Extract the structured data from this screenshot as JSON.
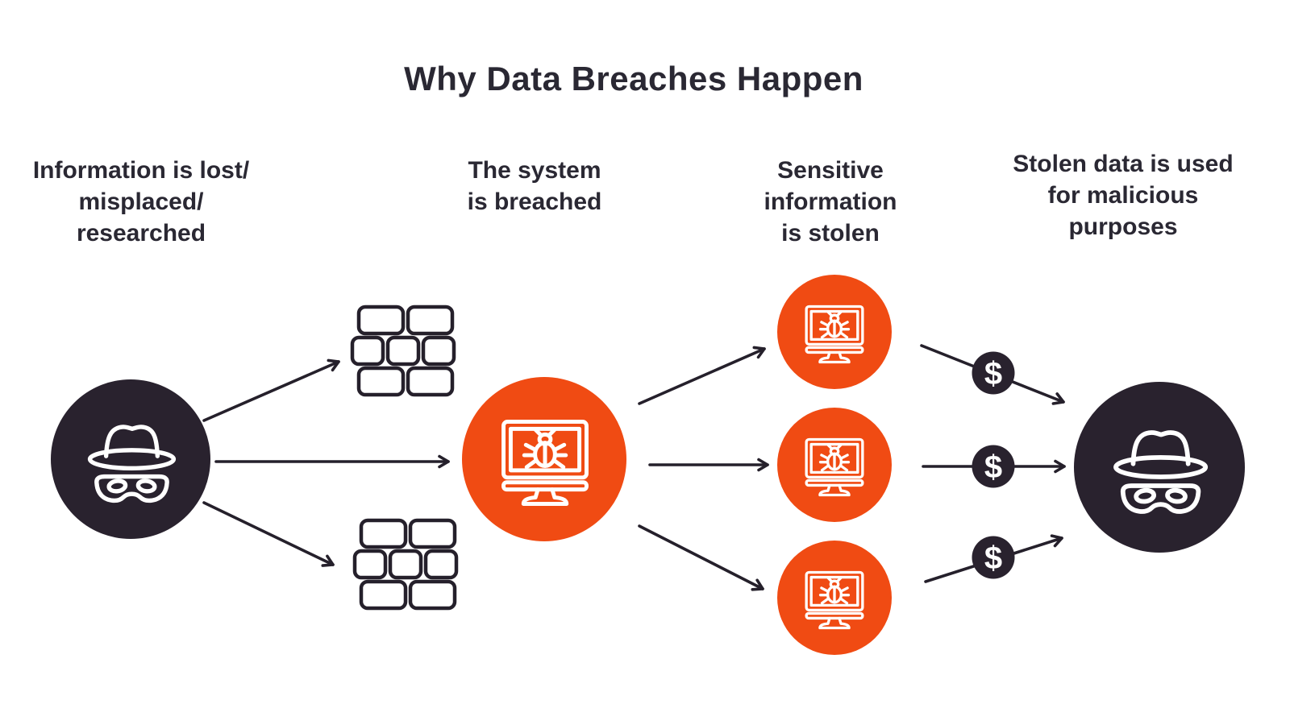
{
  "title": "Why Data Breaches Happen",
  "steps": [
    {
      "id": "lost",
      "label": "Information is lost/\nmisplaced/\nresearched",
      "icon": "incognito-spy-icon"
    },
    {
      "id": "breached",
      "label": "The system\nis breached",
      "icon": "infected-computer-icon"
    },
    {
      "id": "stolen",
      "label": "Sensitive\ninformation\nis stolen",
      "icon": "infected-computer-icon",
      "icon_count": 3
    },
    {
      "id": "malicious",
      "label": "Stolen data is used\nfor malicious\npurposes",
      "icon": "incognito-spy-icon"
    }
  ],
  "badge": {
    "symbol": "$",
    "count": 3
  },
  "firewall": {
    "icon": "brick-wall-icon",
    "count": 2
  },
  "colors": {
    "dark": "#29222e",
    "orange": "#f04b13",
    "icon_stroke": "#ffffff",
    "text": "#2a2833",
    "arrow": "#25202b",
    "background": "#ffffff"
  }
}
